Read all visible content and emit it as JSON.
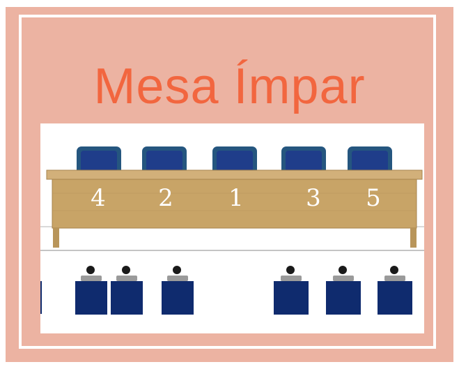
{
  "title": "Mesa Ímpar",
  "colors": {
    "card_background": "#ecb3a2",
    "frame": "#ffffff",
    "title": "#f2663f",
    "table_wood": "#c8a467",
    "table_edge": "#a7834d",
    "chair_back": "#25567f",
    "chair_inner": "#1f3d8a",
    "audience_chair": "#0f2b6e",
    "audience_head": "#1a1a1a"
  },
  "head_table": {
    "seat_labels_left_to_right": [
      "4",
      "2",
      "1",
      "3",
      "5"
    ]
  },
  "icons": [
    "chair-icon",
    "person-icon",
    "table-icon"
  ]
}
